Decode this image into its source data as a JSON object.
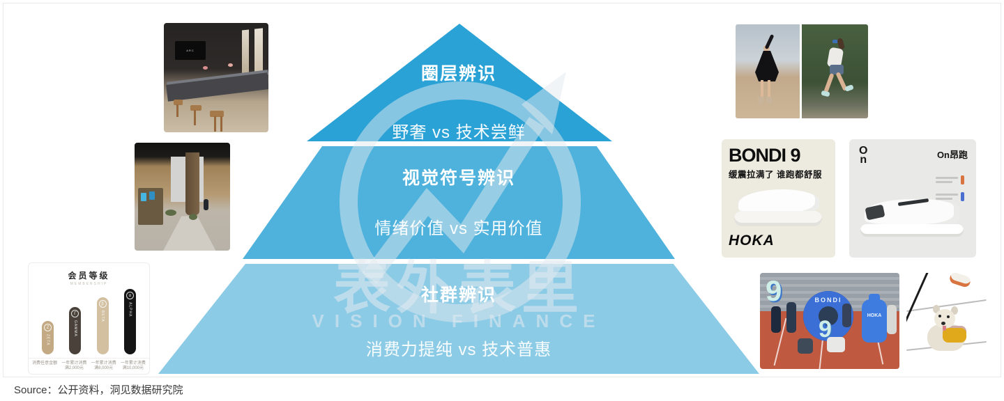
{
  "pyramid": {
    "tiers": [
      {
        "title": "圈层辨识",
        "subtitle": "野奢 vs 技术尝鲜",
        "color": "#2aa2d6"
      },
      {
        "title": "视觉符号辨识",
        "subtitle": "情绪价值 vs 实用价值",
        "color": "#4fb2dc"
      },
      {
        "title": "社群辨识",
        "subtitle": "消费力提纯 vs 技术普惠",
        "color": "#8ccbe6"
      }
    ]
  },
  "watermark": {
    "cn": "表外表里",
    "en": "VISION FINANCE"
  },
  "source": {
    "label": "Source：",
    "text": "公开资料，洞见数据研究院"
  },
  "images": {
    "membership": {
      "title": "会员等级",
      "subtitle": "MEMBERSHIP",
      "tiers": [
        {
          "name": "ZETA",
          "symbol": "Z",
          "caption1": "消费任意金额",
          "caption2": ""
        },
        {
          "name": "GAMMA",
          "symbol": "Γ",
          "caption1": "一年累计消费",
          "caption2": "满2,000元"
        },
        {
          "name": "BETA",
          "symbol": "β",
          "caption1": "一年累计消费",
          "caption2": "满8,000元"
        },
        {
          "name": "ALPHA",
          "symbol": "α",
          "caption1": "一年累计消费",
          "caption2": "满10,000元"
        }
      ]
    },
    "bondi_ad": {
      "headline": "BONDI 9",
      "subheadline": "缓震拉满了 谁跑都舒服",
      "brand": "HOKA",
      "background": "#edebe0"
    },
    "on_ad": {
      "logo_top": "O",
      "logo_bottom": "n",
      "brand_label": "On昂跑",
      "background": "#e9e9e7"
    },
    "group_photo": {
      "ring_label": "BONDI",
      "bottle_label": "HOKA",
      "number_a": "9",
      "number_b": "9"
    },
    "dining_tv_label": "ARC"
  }
}
